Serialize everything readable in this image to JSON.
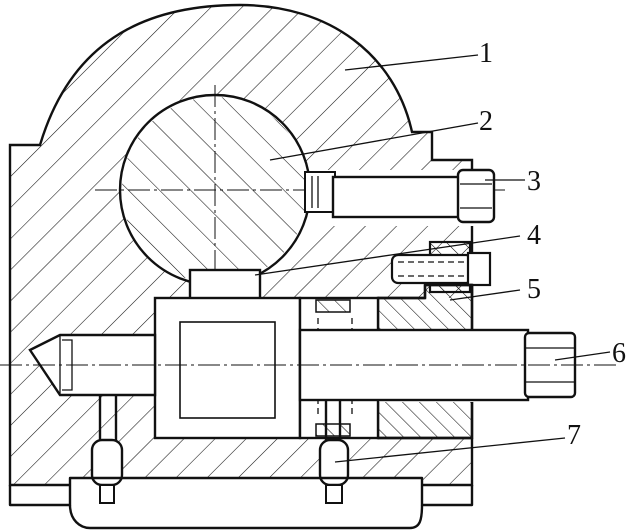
{
  "labels": [
    "1",
    "2",
    "3",
    "4",
    "5",
    "6",
    "7"
  ]
}
